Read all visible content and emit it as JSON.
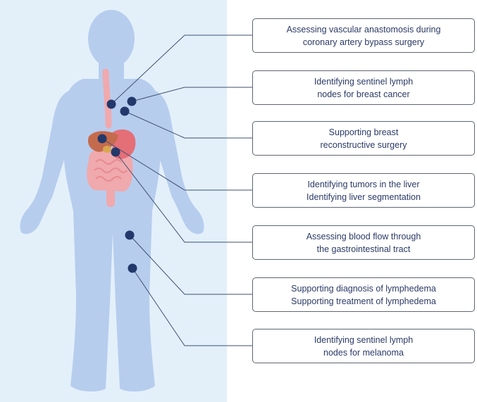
{
  "colors": {
    "panel": "#e3f0fa",
    "body": "#b7cdee",
    "dot": "#23386b",
    "line": "#3e4f73",
    "text": "#2b3a67",
    "box_border": "#5d6670",
    "organ_pink": "#f0a9ad",
    "organ_stomach": "#e46f77",
    "organ_liver": "#c56b4d"
  },
  "icons": [
    "human-body-silhouette",
    "digestive-organs"
  ],
  "labels": [
    {
      "lines": [
        "Assessing vascular anastomosis during",
        "coronary artery bypass surgery"
      ]
    },
    {
      "lines": [
        "Identifying sentinel lymph",
        "nodes for breast cancer"
      ]
    },
    {
      "lines": [
        "Supporting breast",
        "reconstructive surgery"
      ]
    },
    {
      "lines": [
        "Identifying tumors in the liver",
        "Identifying liver segmentation"
      ]
    },
    {
      "lines": [
        "Assessing blood flow through",
        "the gastrointestinal tract"
      ]
    },
    {
      "lines": [
        "Supporting diagnosis of lymphedema",
        "Supporting treatment of lymphedema"
      ]
    },
    {
      "lines": [
        "Identifying sentinel lymph",
        "nodes for melanoma"
      ]
    }
  ]
}
